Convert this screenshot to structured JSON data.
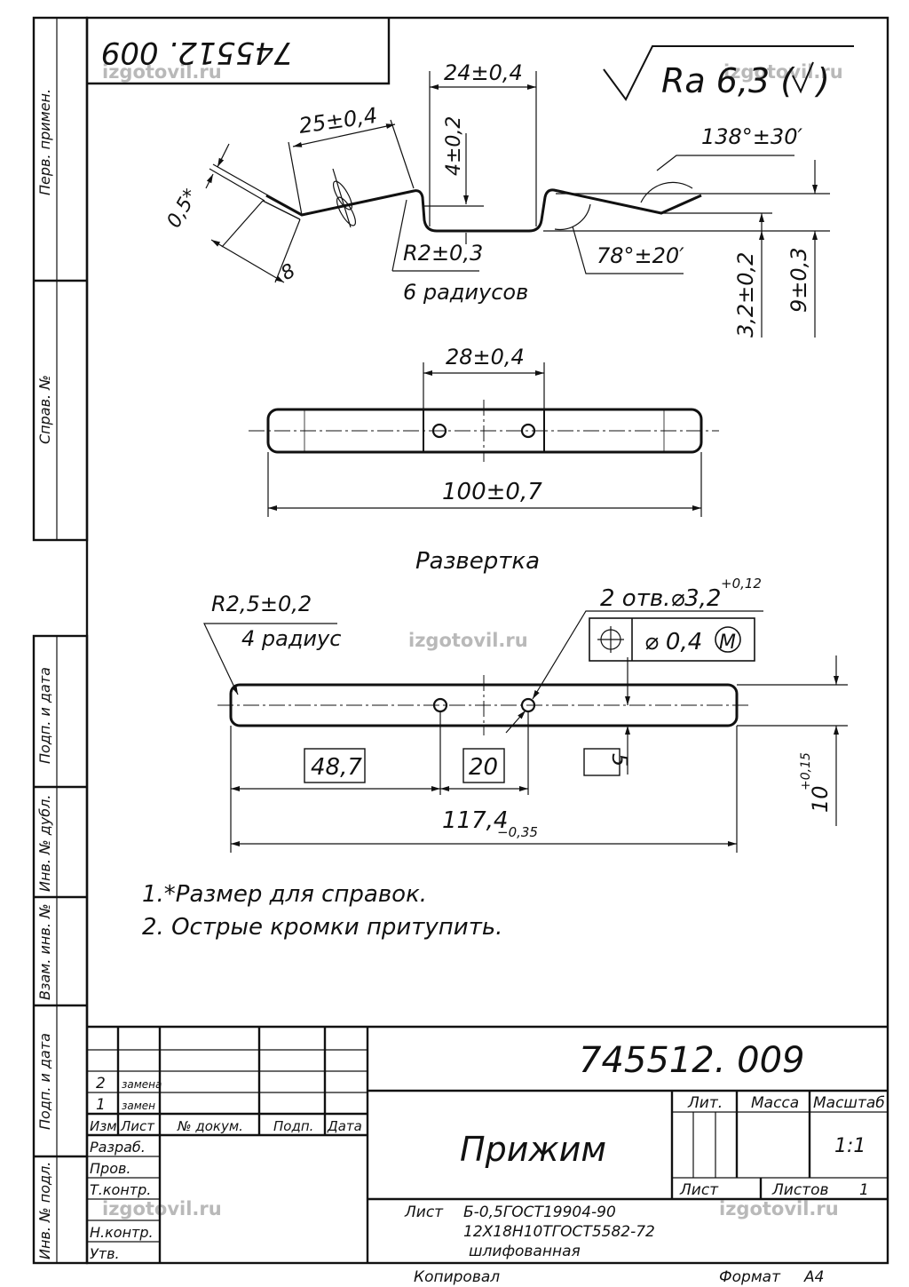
{
  "header": {
    "code_rotated": "745512. 009"
  },
  "roughness": {
    "text": "Ra 6,3 (",
    "tail": ")"
  },
  "side_view": {
    "dim_24": "24±0,4",
    "dim_25": "25±0,4",
    "dim_4": "4±0,2",
    "dim_05": "0,5*",
    "dim_8": "8",
    "radius": "R2±0,3",
    "radius_note": "6 радиусов",
    "angle_138": "138°±30′",
    "angle_78": "78°±20′",
    "dim_32": "3,2±0,2",
    "dim_9": "9±0,3"
  },
  "top_view": {
    "dim_28": "28±0,4",
    "dim_100": "100±0,7"
  },
  "flat": {
    "title": "Развертка",
    "radius": "R2,5±0,2",
    "radius_note": "4 радиус",
    "holes": "2 отв.⌀3,2",
    "holes_tol": "+0,12",
    "position_tol": "⌀ 0,4",
    "mmc": "M",
    "dim_487": "48,7",
    "dim_20": "20",
    "dim_5": "5",
    "dim_117": "117,4",
    "dim_117_tol": "−0,35",
    "dim_10": "10",
    "dim_10_tol": "+0,15"
  },
  "notes": [
    "1.*Размер для справок.",
    "2. Острые кромки притупить."
  ],
  "side_stamp": [
    "Перв. примен.",
    "Справ. №",
    "Подп. и дата",
    "Инв. № дубл.",
    "Взам. инв. №",
    "Подп. и дата",
    "Инв. № подл."
  ],
  "title_block": {
    "code": "745512. 009",
    "name": "Прижим",
    "rev2": "2",
    "rev2_text": "замена",
    "rev1": "1",
    "rev1_text": "замен",
    "col_izm": "Изм.",
    "col_list": "Лист",
    "col_doc": "№ докум.",
    "col_podp": "Подп.",
    "col_data": "Дата",
    "razrab": "Разраб.",
    "prov": "Пров.",
    "tkontr": "Т.контр.",
    "nkontr": "Н.контр.",
    "utv": "Утв.",
    "lit": "Лит.",
    "massa": "Масса",
    "masshtab": "Масштаб",
    "scale": "1:1",
    "list": "Лист",
    "listov": "Листов",
    "listov_val": "1",
    "material_label": "Лист",
    "material_1": "Б-0,5ГОСТ19904-90",
    "material_2": "12Х18Н10ТГОСТ5582-72",
    "material_3": "шлифованная",
    "kopiroval": "Копировал",
    "format_label": "Формат",
    "format_val": "А4"
  },
  "watermark": "izgotovil.ru"
}
